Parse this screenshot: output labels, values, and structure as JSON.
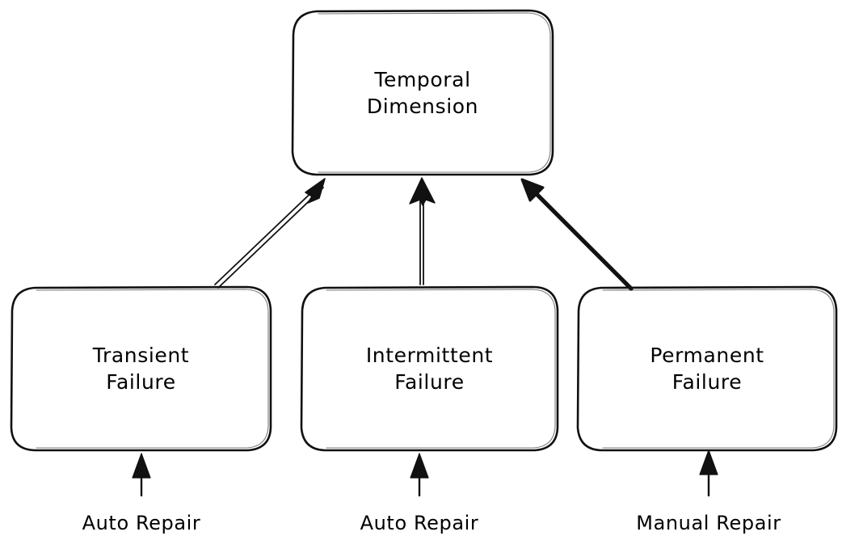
{
  "diagram": {
    "title_node": {
      "id": "temporal-dimension",
      "label": "Temporal\nDimension"
    },
    "nodes": [
      {
        "id": "transient-failure",
        "label": "Transient\nFailure"
      },
      {
        "id": "intermittent-failure",
        "label": "Intermittent\nFailure"
      },
      {
        "id": "permanent-failure",
        "label": "Permanent\nFailure"
      }
    ],
    "edge_labels": [
      {
        "id": "auto-repair-transient",
        "text": "Auto Repair"
      },
      {
        "id": "auto-repair-intermittent",
        "text": "Auto Repair"
      },
      {
        "id": "manual-repair-permanent",
        "text": "Manual Repair"
      }
    ],
    "colors": {
      "stroke": "#111111",
      "background": "#ffffff",
      "text": "#000000"
    }
  }
}
